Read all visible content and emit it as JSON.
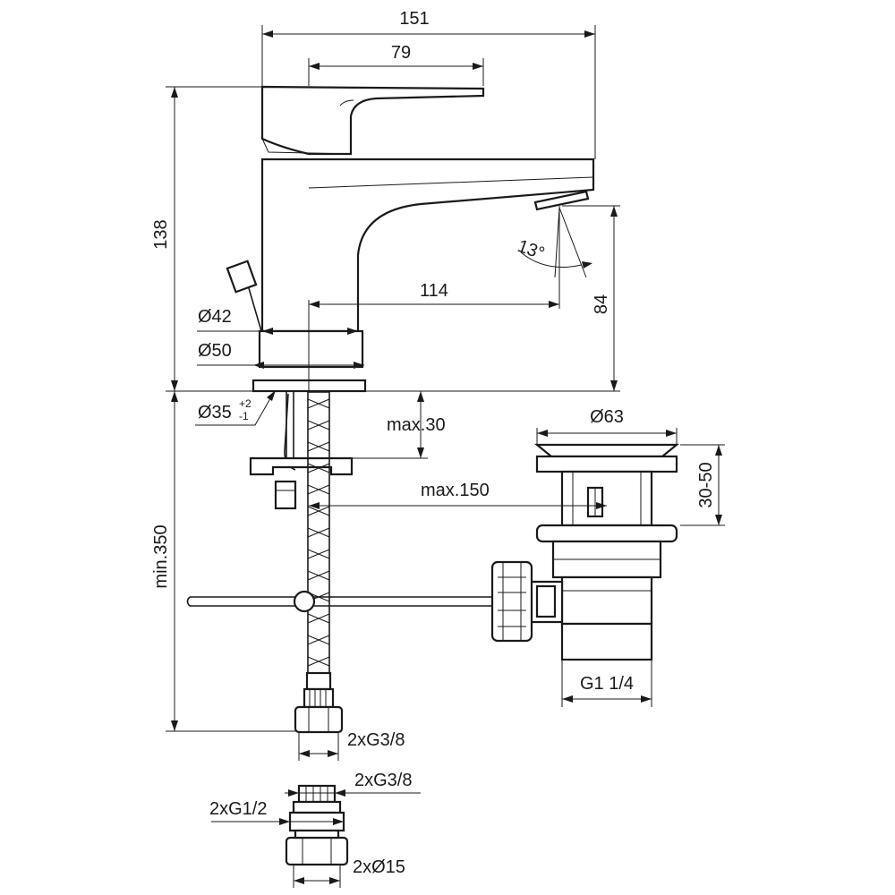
{
  "dimensions": {
    "overall_width": "151",
    "lever_length": "79",
    "overall_height": "138",
    "spout_reach": "114",
    "spout_height": "84",
    "spray_angle": "13°",
    "diameter_42": "Ø42",
    "diameter_50": "Ø50",
    "diameter_35": "Ø35",
    "tol_plus": "+2",
    "tol_minus": "-1",
    "max_30": "max.30",
    "max_150": "max.150",
    "min_350": "min.350",
    "waste_diameter": "Ø63",
    "waste_range": "30-50",
    "waste_thread": "G1 1/4",
    "hose_thread": "2xG3/8",
    "valve_thread_top": "2xG3/8",
    "valve_thread_side": "2xG1/2",
    "valve_outlet": "2xØ15"
  }
}
